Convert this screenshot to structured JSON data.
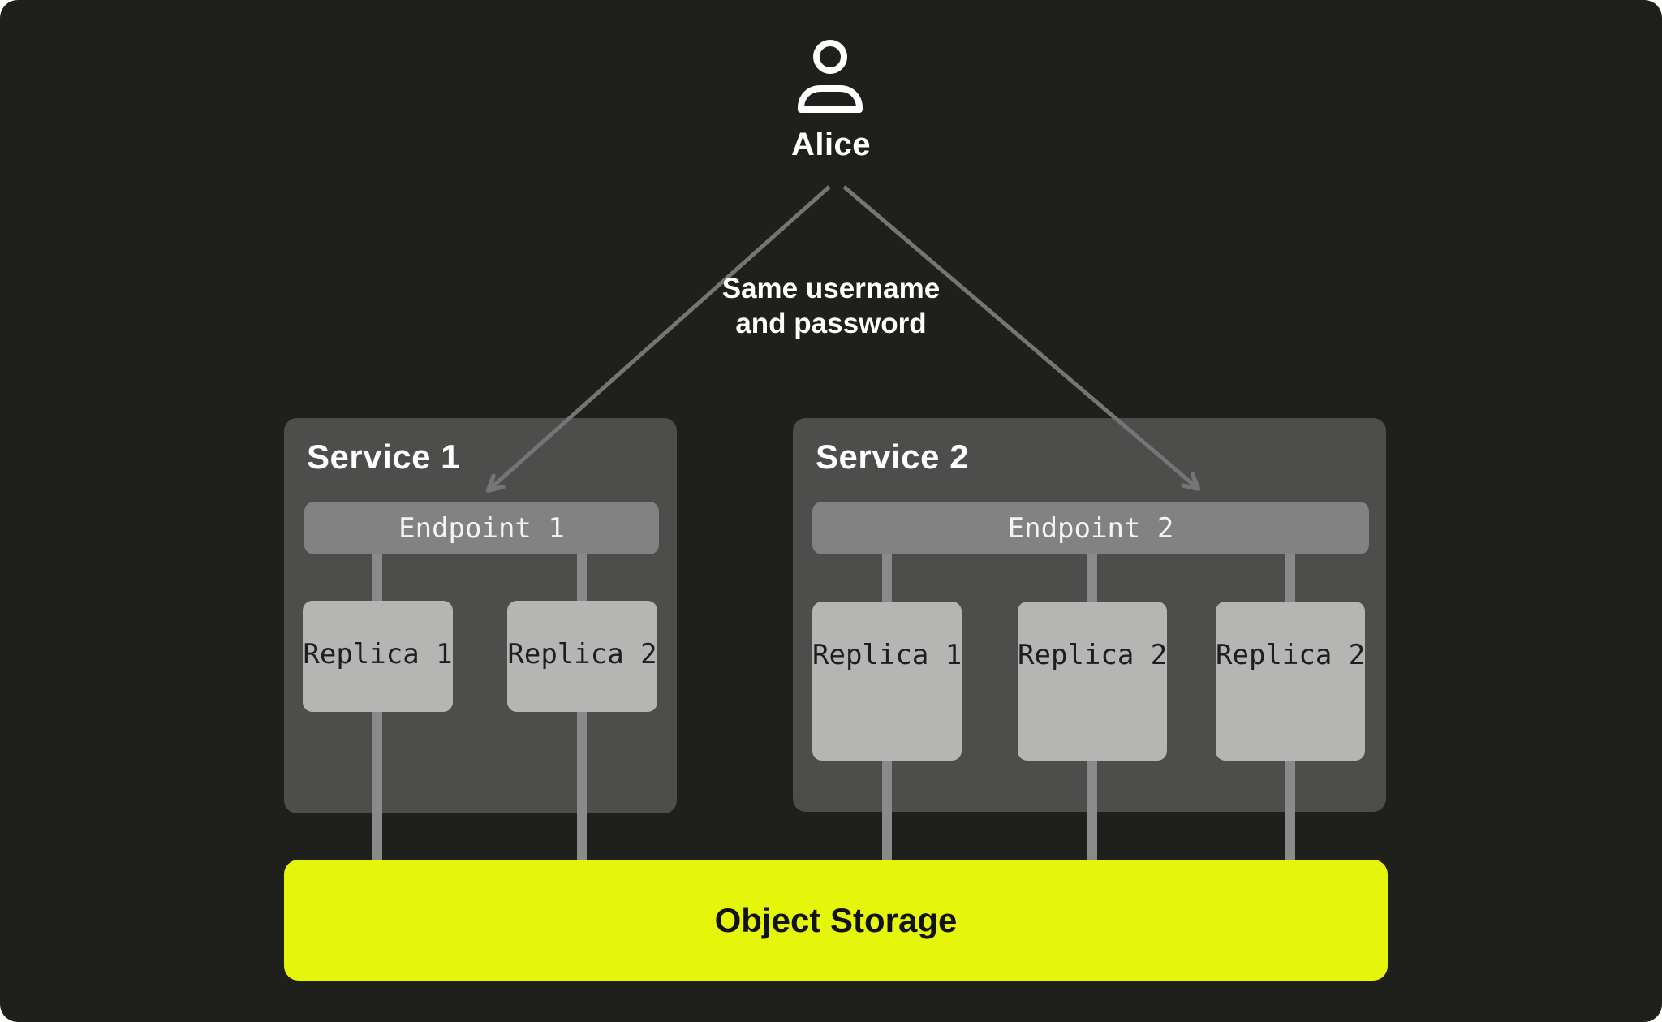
{
  "palette": {
    "background": "#1F1F1B",
    "service_box": "#4D4D4B",
    "endpoint_box": "#828282",
    "replica_box": "#B5B5B4",
    "connector_line": "#8A8A8A",
    "arrow": "#757575",
    "storage_bar": "#E6F60A",
    "title_text": "#FFFFFF",
    "endpoint_text": "#F4F4F4",
    "replica_text": "#1E1E1E",
    "storage_text": "#121212"
  },
  "user": {
    "name": "Alice",
    "icon": "person-icon"
  },
  "annotation": {
    "line1": "Same username",
    "line2": "and password"
  },
  "services": [
    {
      "title": "Service 1",
      "endpoint": {
        "label": "Endpoint 1"
      },
      "replicas": [
        {
          "label": "Replica 1"
        },
        {
          "label": "Replica 2"
        }
      ]
    },
    {
      "title": "Service 2",
      "endpoint": {
        "label": "Endpoint 2"
      },
      "replicas": [
        {
          "label": "Replica 1"
        },
        {
          "label": "Replica 2"
        },
        {
          "label": "Replica 2"
        }
      ]
    }
  ],
  "storage": {
    "label": "Object Storage"
  }
}
